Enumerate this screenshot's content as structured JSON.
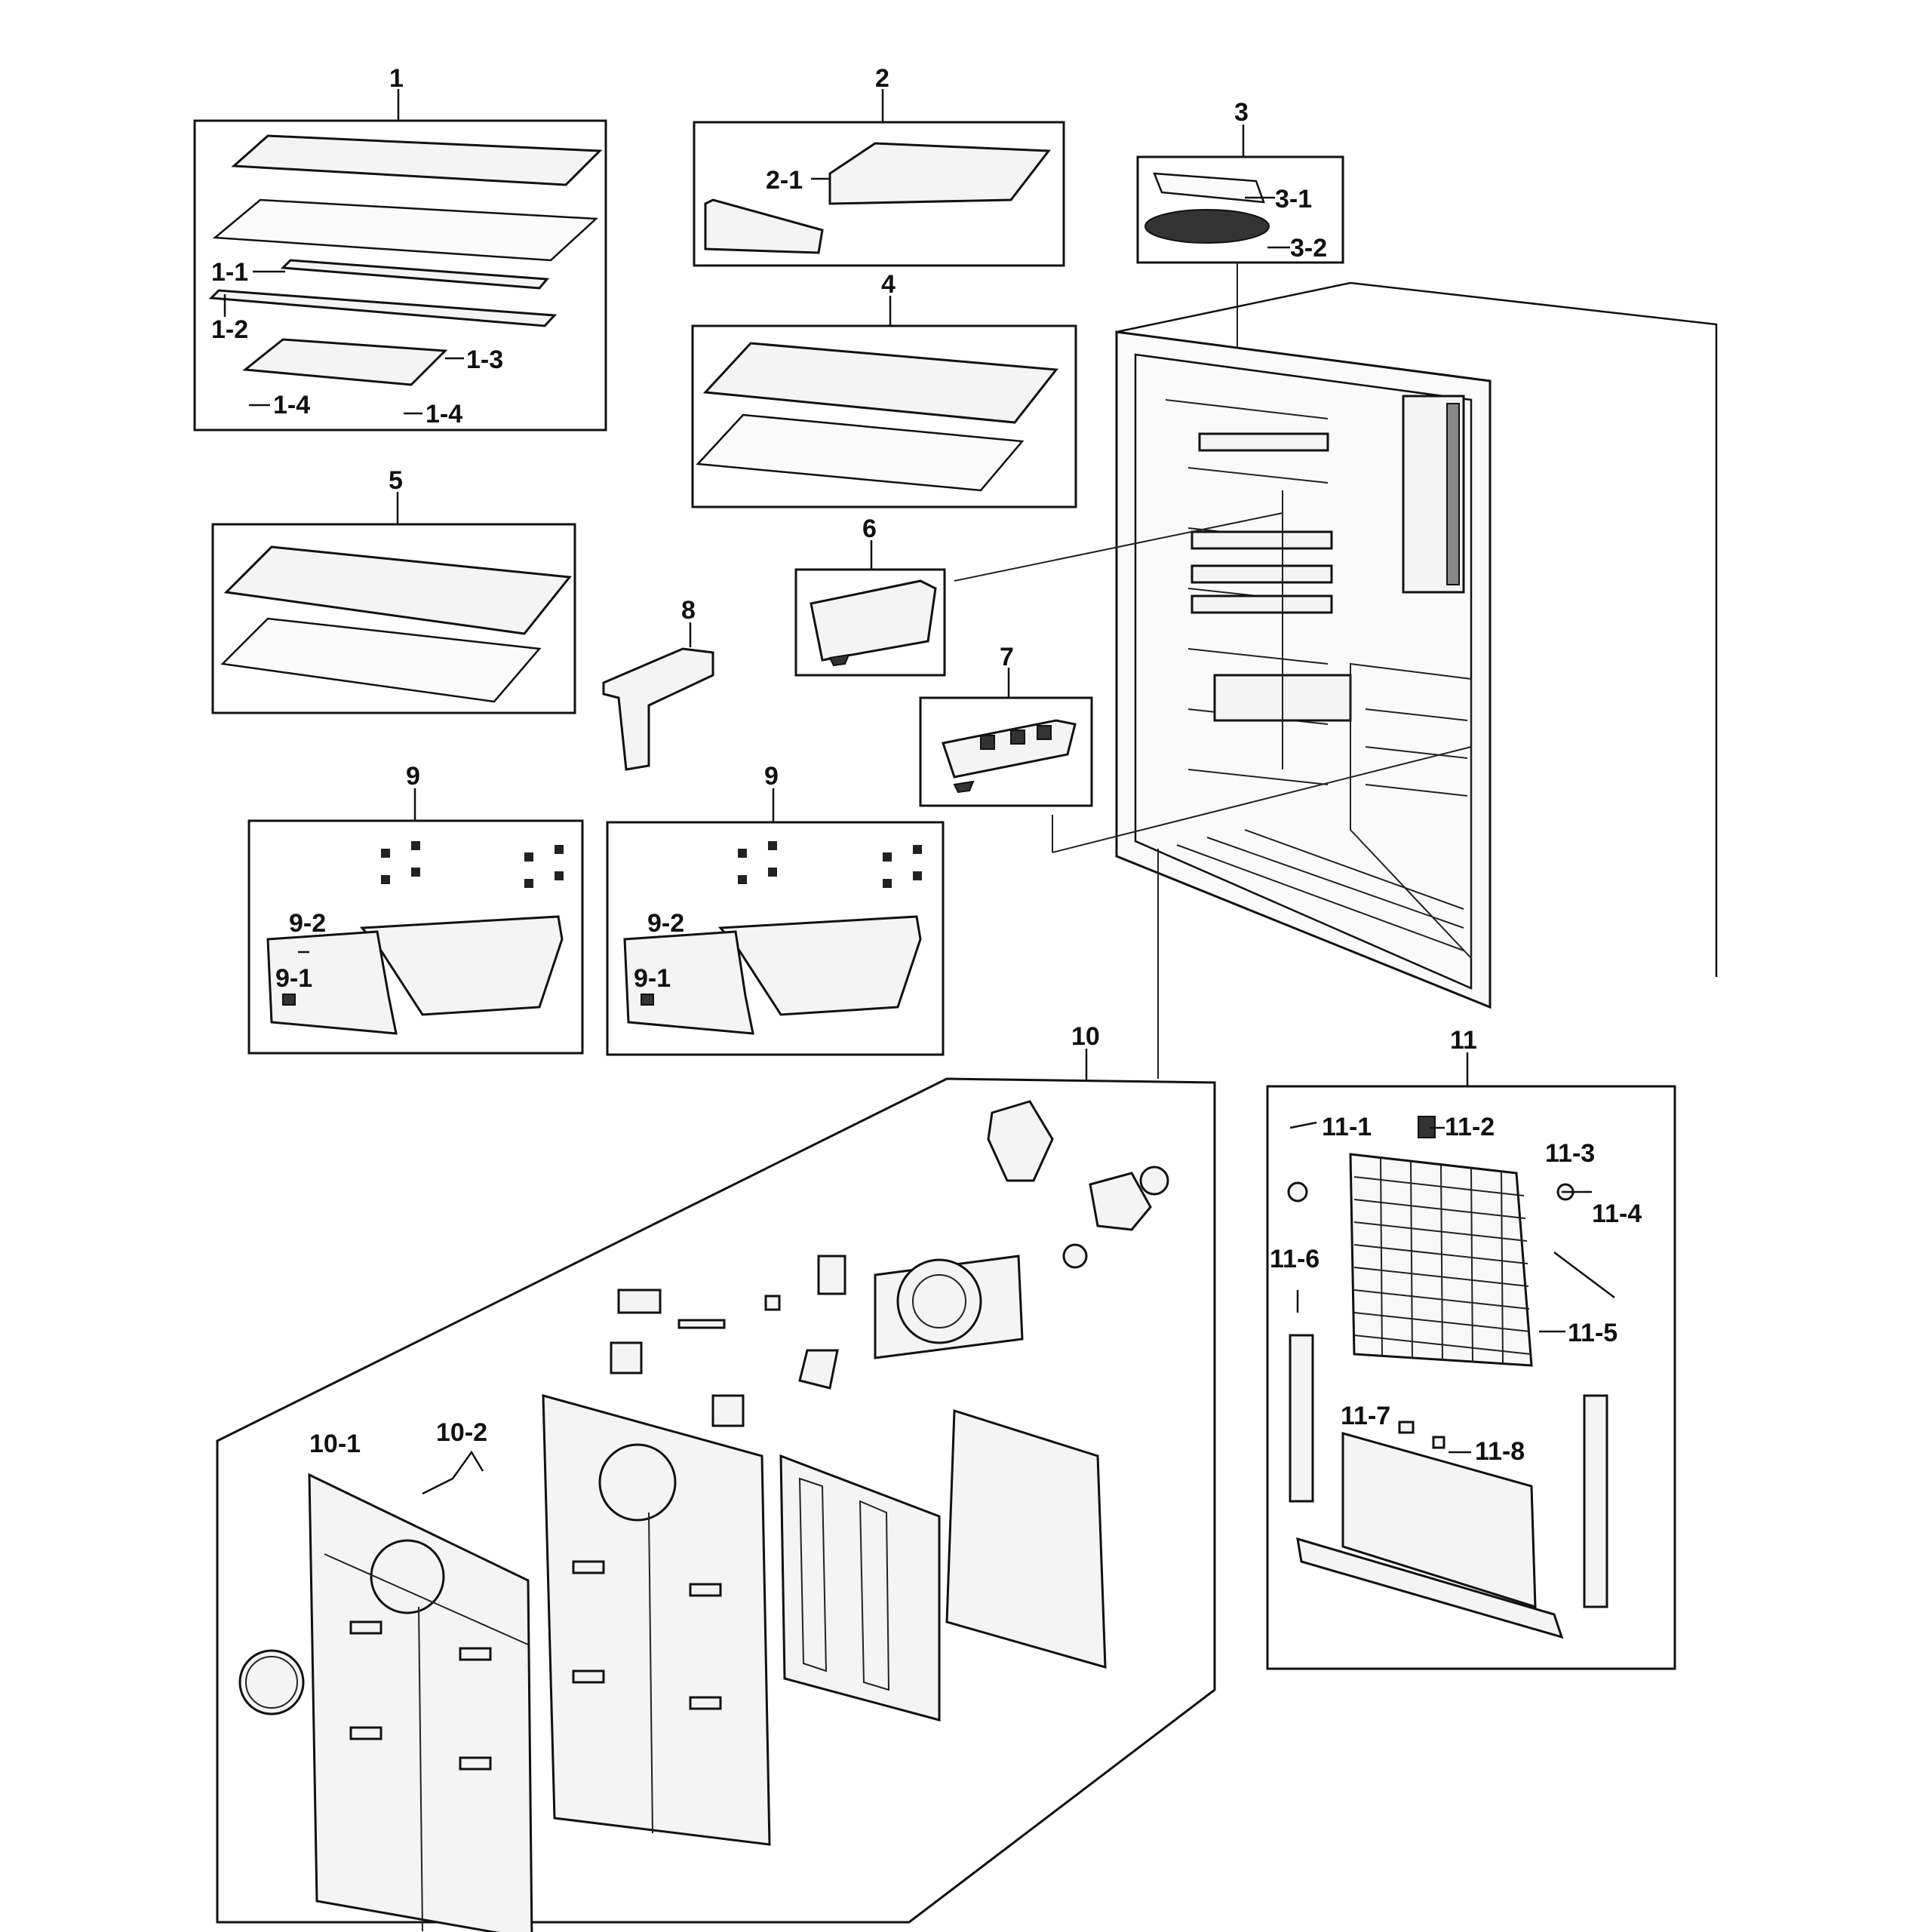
{
  "labels": {
    "l1": "1",
    "l1_1": "1-1",
    "l1_2": "1-2",
    "l1_3": "1-3",
    "l1_4a": "1-4",
    "l1_4b": "1-4",
    "l2": "2",
    "l2_1": "2-1",
    "l3": "3",
    "l3_1": "3-1",
    "l3_2": "3-2",
    "l4": "4",
    "l5": "5",
    "l6": "6",
    "l7": "7",
    "l8": "8",
    "l9a": "9",
    "l9_2a": "9-2",
    "l9_1a": "9-1",
    "l9b": "9",
    "l9_2b": "9-2",
    "l9_1b": "9-1",
    "l10": "10",
    "l10_1": "10-1",
    "l10_2": "10-2",
    "l11": "11",
    "l11_1": "11-1",
    "l11_2": "11-2",
    "l11_3": "11-3",
    "l11_4": "11-4",
    "l11_5": "11-5",
    "l11_6": "11-6",
    "l11_7": "11-7",
    "l11_8": "11-8"
  }
}
